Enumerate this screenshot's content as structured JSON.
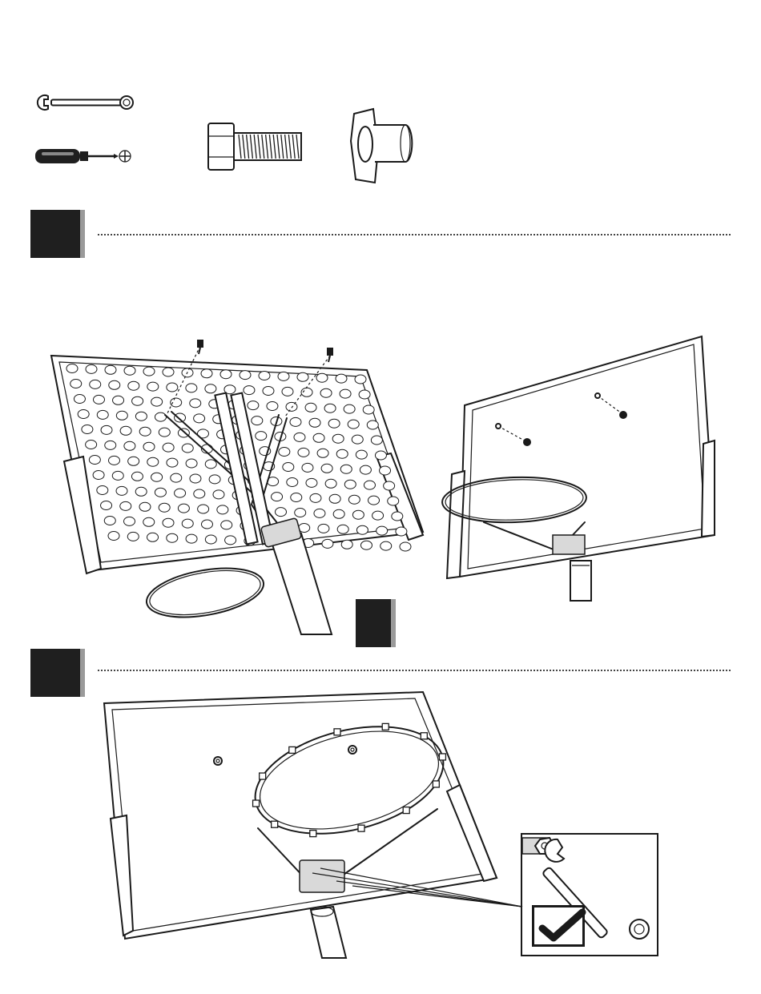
{
  "tools": {
    "wrench": {
      "icon": "wrench-icon"
    },
    "screwdriver": {
      "icon": "phillips-screwdriver-icon"
    }
  },
  "hardware": {
    "bolt": {
      "icon": "hex-bolt-icon"
    },
    "nut": {
      "icon": "flanged-nut-icon"
    }
  },
  "steps": [
    {
      "badge": "step-badge",
      "color": "#1f1f1f"
    },
    {
      "badge": "sub-step-badge",
      "color": "#1f1f1f"
    },
    {
      "badge": "step-badge",
      "color": "#1f1f1f"
    }
  ],
  "check_mark": {
    "icon": "checkmark-icon"
  },
  "colors": {
    "ink": "#1a1a1a",
    "badge_shadow": "#9a9a9a",
    "paper": "#ffffff"
  }
}
